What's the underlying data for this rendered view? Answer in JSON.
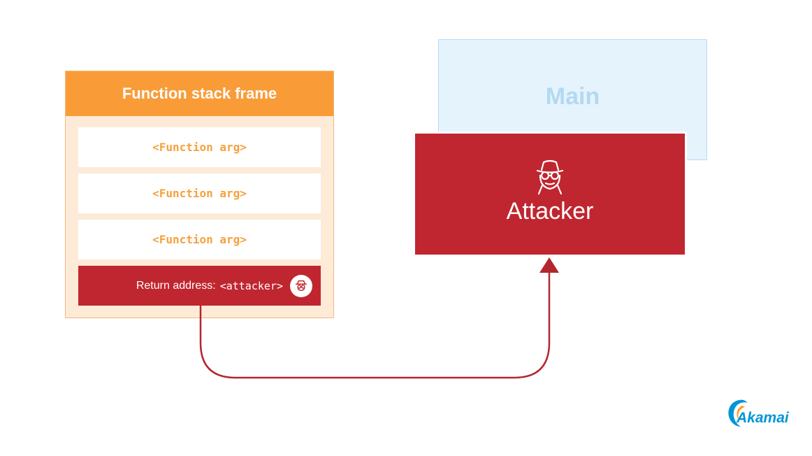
{
  "stack_frame": {
    "title": "Function stack frame",
    "args": [
      "<Function arg>",
      "<Function arg>",
      "<Function arg>"
    ],
    "return_label": "Return address:",
    "return_value": "<attacker>"
  },
  "main": {
    "label": "Main"
  },
  "attacker": {
    "label": "Attacker"
  },
  "brand": {
    "logo_text": "Akamai"
  },
  "colors": {
    "frame_header": "#f99c38",
    "frame_bg": "#fdebd8",
    "arg_text": "#f5a13d",
    "attacker_red": "#c0262f",
    "main_bg": "#e5f3fd",
    "main_text": "#b3d9f2",
    "logo_blue": "#0096d6"
  },
  "icons": {
    "return_icon": "spy-icon",
    "attacker_icon": "spy-icon",
    "logo_icon": "akamai-wave-icon"
  }
}
